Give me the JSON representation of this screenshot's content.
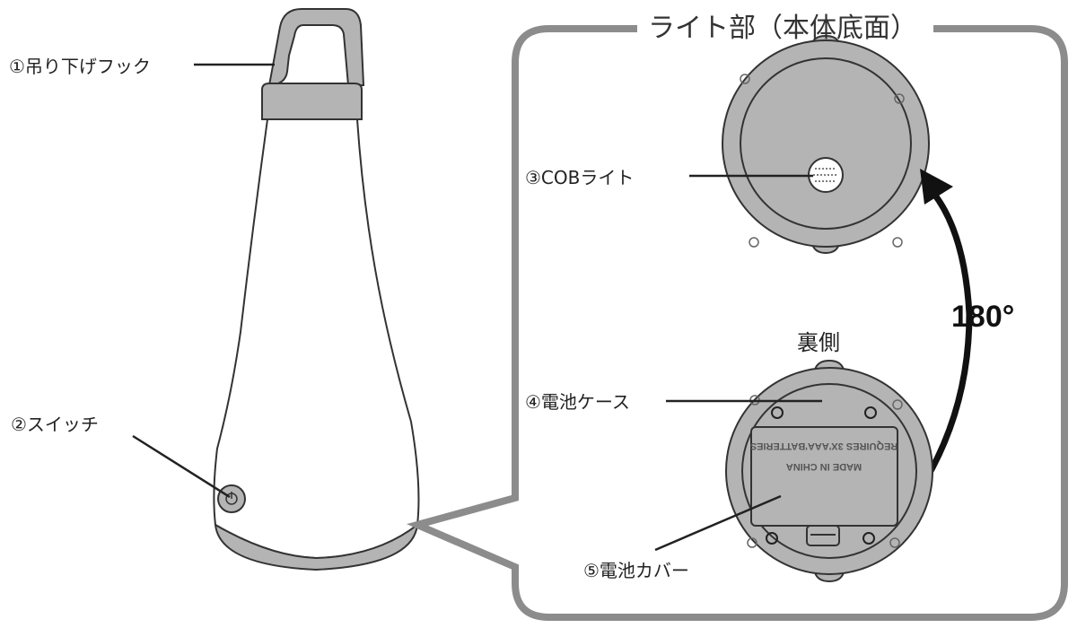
{
  "title": "ライト部（本体底面）",
  "labels": {
    "hook": "①吊り下げフック",
    "switch": "②スイッチ",
    "cob": "③COBライト",
    "battery_case": "④電池ケース",
    "battery_cover": "⑤電池カバー",
    "back_side": "裏側",
    "rotation": "180°"
  },
  "cover_text": [
    "MADE IN CHINA",
    "REQUIRES 3X'AAA'BATTERIES"
  ],
  "colors": {
    "frame": "#8c8c8c",
    "part_gray": "#b4b4b4",
    "stroke": "#333333"
  }
}
